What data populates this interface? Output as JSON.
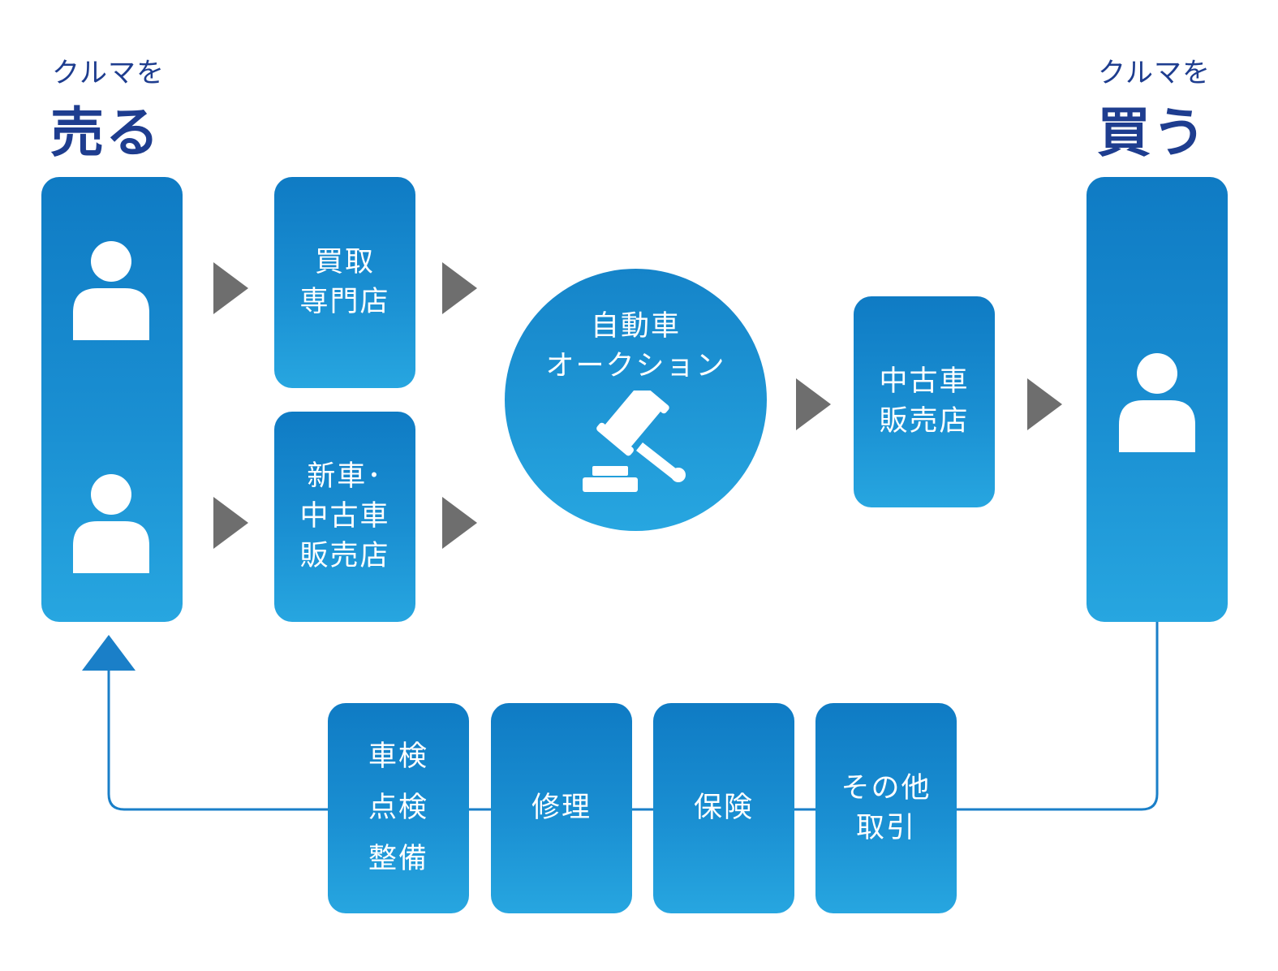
{
  "sell": {
    "small": "クルマを",
    "big": "売る"
  },
  "buy": {
    "small": "クルマを",
    "big": "買う"
  },
  "dealers": {
    "kaitori": "買取\n専門店",
    "shinsha": "新車･\n中古車\n販売店"
  },
  "auction": {
    "label": "自動車\nオークション"
  },
  "used_dealer": "中古車\n販売店",
  "services": [
    {
      "label": "車検\n点検\n整備"
    },
    {
      "label": "修理"
    },
    {
      "label": "保険"
    },
    {
      "label": "その他\n取引"
    }
  ],
  "icons": {
    "person": "person-icon",
    "gavel": "gavel-icon",
    "arrow": "triangle-arrow-icon"
  },
  "colors": {
    "box_top": "#0f7bc4",
    "box_bottom": "#27a6e0",
    "heading": "#1e3d8f",
    "arrow": "#6e6e6e",
    "line": "#1a7fc8"
  }
}
